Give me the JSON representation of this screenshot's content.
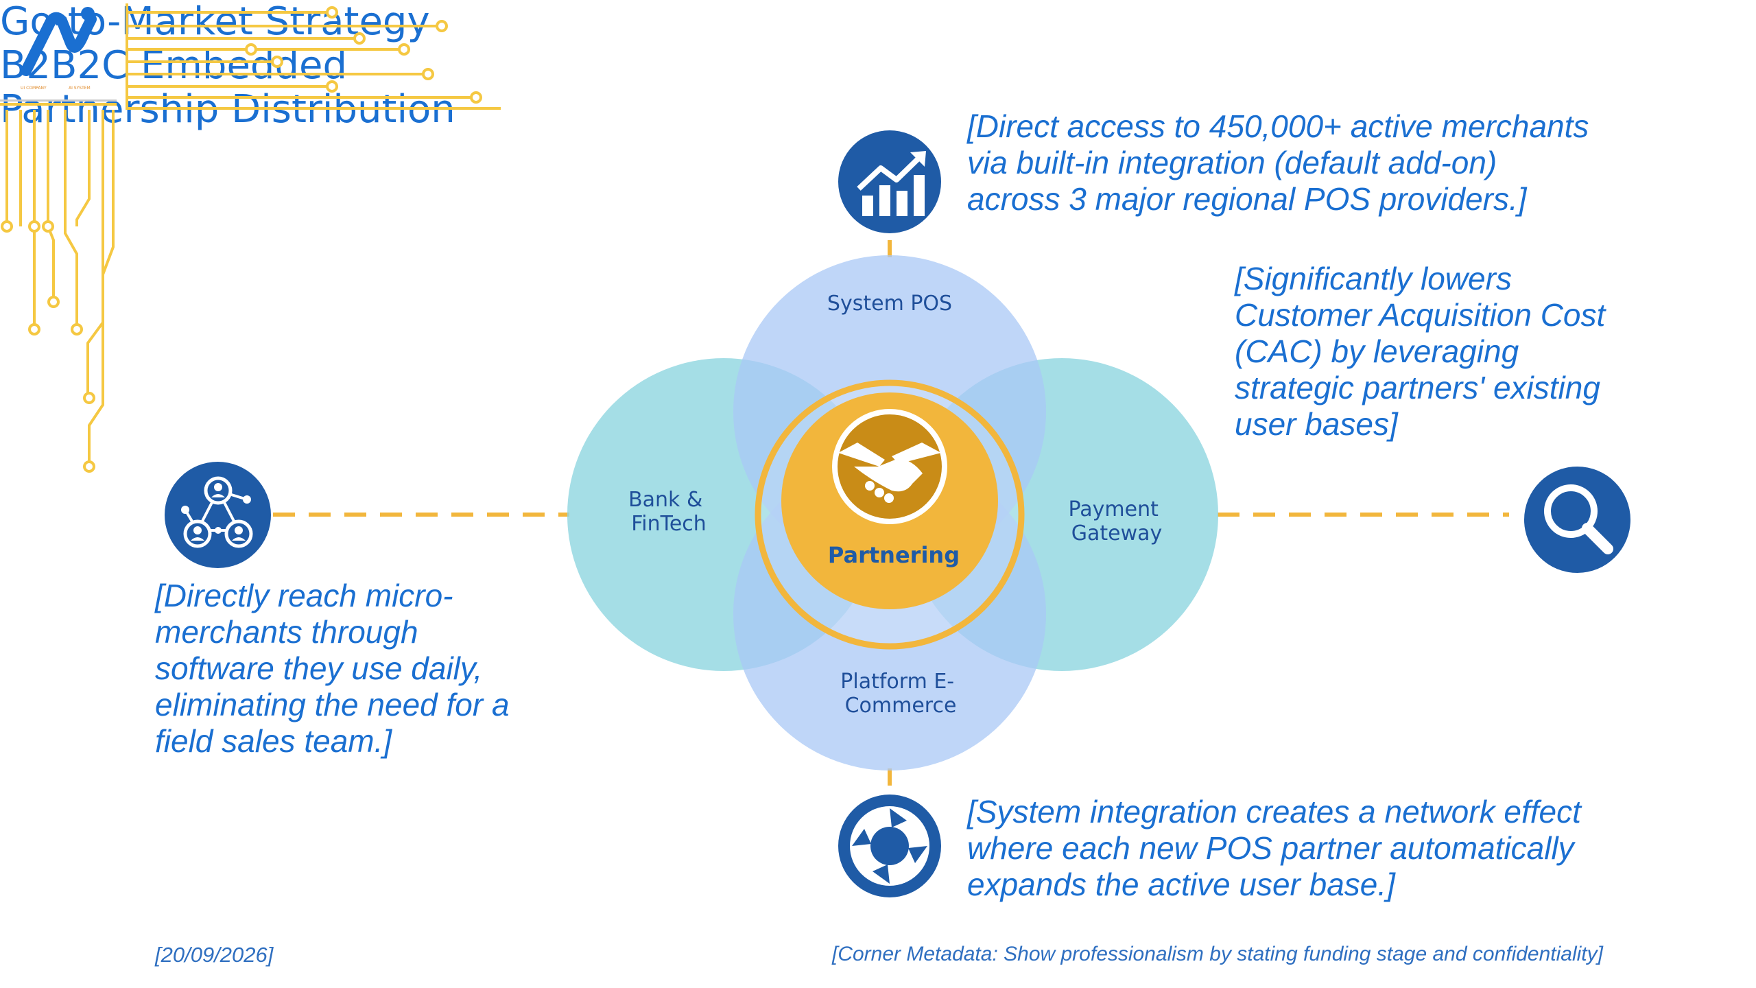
{
  "logo": {
    "text": "αi"
  },
  "title_lines": [
    "Go-to-Market Strategy",
    "B2B2C Embedded",
    "Partnership Distribution"
  ],
  "center": {
    "label": "Partnering",
    "icon": "handshake-icon"
  },
  "segments": {
    "top": "System POS",
    "left": [
      "Bank &",
      "FinTech"
    ],
    "right": [
      "Payment",
      "Gateway"
    ],
    "bottom": [
      "Platform E-",
      "Commerce"
    ]
  },
  "callouts": {
    "top": [
      "[Direct access to 450,000+ active merchants",
      "via built-in integration (default add-on)",
      "across 3 major regional POS providers.]"
    ],
    "right": [
      "[Significantly lowers",
      "Customer Acquisition Cost",
      "(CAC) by leveraging",
      "strategic partners' existing",
      "user bases]"
    ],
    "left": [
      "[Directly reach micro-",
      "merchants through",
      "software they use daily,",
      "eliminating the need for a",
      "field sales team.]"
    ],
    "bottom": [
      "[System integration creates a network effect",
      "where each new POS partner automatically",
      "expands the active user base.]"
    ]
  },
  "icons": {
    "top": "growth-chart-icon",
    "right": "magnifier-icon",
    "left": "network-people-icon",
    "bottom": "cycle-arrows-icon"
  },
  "footer": {
    "date": "[20/09/2026]",
    "note": "[Corner Metadata: Show professionalism by stating funding stage and confidentiality]"
  },
  "colors": {
    "accent_blue": "#1a6fd1",
    "icon_blue": "#1f5ba6",
    "gold": "#f2b63c",
    "teal_circle": "#8fd6e0",
    "blue_circle": "#a9c8f5",
    "circuit": "#f5c842"
  }
}
